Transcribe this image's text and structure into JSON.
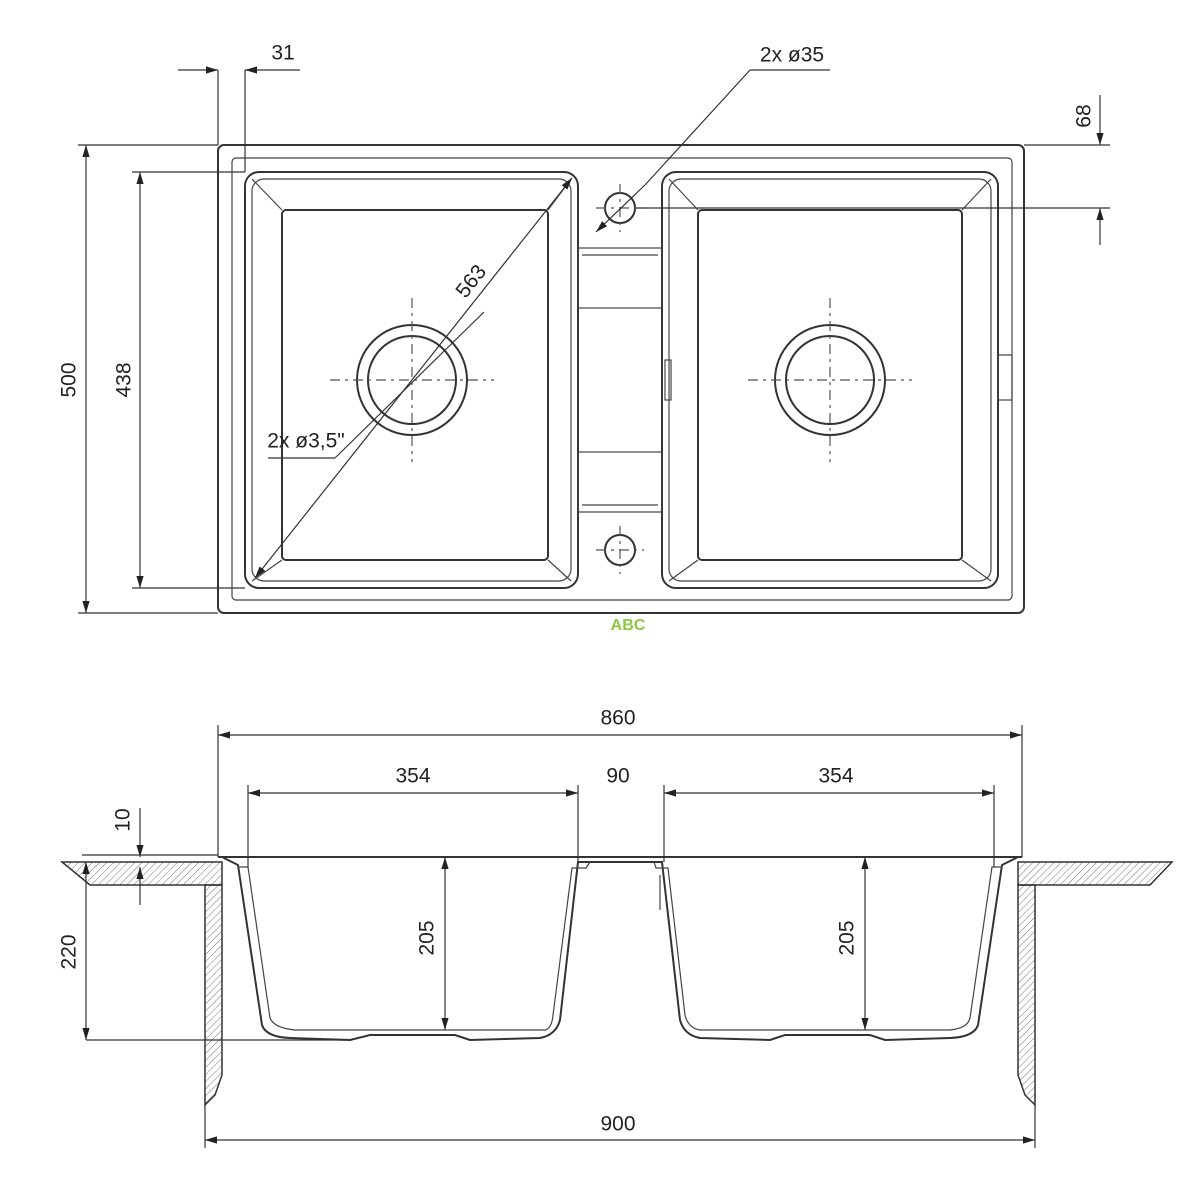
{
  "top_view": {
    "dim_flange": "31",
    "dim_tap_holes": "2x ø35",
    "dim_hole_offset": "68",
    "dim_overall_depth": "500",
    "dim_bowl_depth": "438",
    "dim_diagonal": "563",
    "dim_drain": "2x ø3,5\""
  },
  "watermark": "ABC",
  "side_view": {
    "dim_width_cutout": "860",
    "dim_bowl_left": "354",
    "dim_divider": "90",
    "dim_bowl_right": "354",
    "dim_rim": "10",
    "dim_total_height": "220",
    "dim_bowl_height_left": "205",
    "dim_bowl_height_right": "205",
    "dim_overall_width": "900"
  },
  "colors": {
    "line": "#333333",
    "watermark": "#8dc63f"
  }
}
